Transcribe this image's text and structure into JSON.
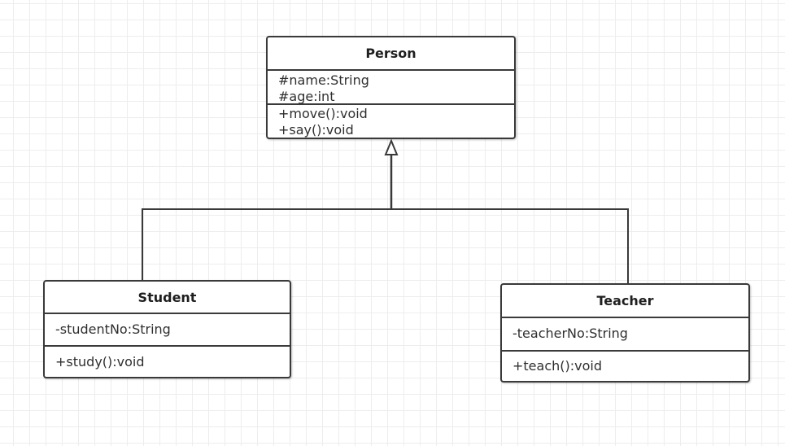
{
  "diagram": {
    "classes": {
      "person": {
        "name": "Person",
        "attributes": [
          "#name:String",
          "#age:int"
        ],
        "methods": [
          "+move():void",
          "+say():void"
        ]
      },
      "student": {
        "name": "Student",
        "attributes": [
          "-studentNo:String"
        ],
        "methods": [
          "+study():void"
        ]
      },
      "teacher": {
        "name": "Teacher",
        "attributes": [
          "-teacherNo:String"
        ],
        "methods": [
          "+teach():void"
        ]
      }
    },
    "relationships": [
      {
        "type": "generalization",
        "from": "Student",
        "to": "Person"
      },
      {
        "type": "generalization",
        "from": "Teacher",
        "to": "Person"
      }
    ],
    "colors": {
      "line": "#3a3a3a",
      "grid": "#ededed",
      "box_fill": "#ffffff"
    }
  }
}
